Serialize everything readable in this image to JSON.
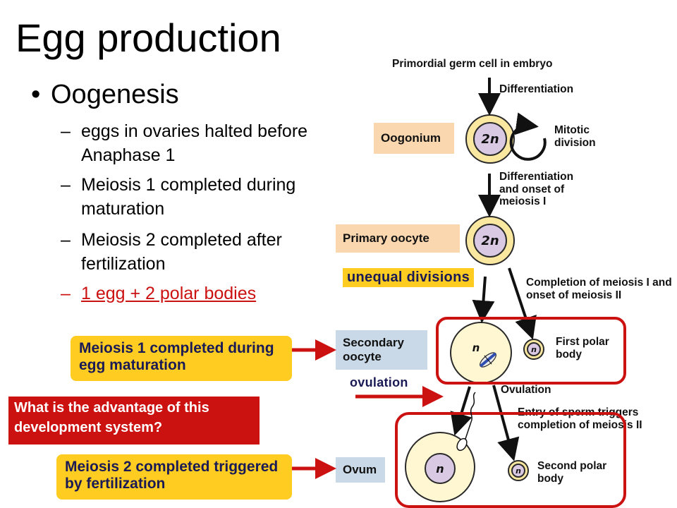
{
  "slide": {
    "title": "Egg production",
    "bullet": "Oogenesis",
    "bullet_symbol": "•",
    "dash": "–",
    "subpoints": [
      "eggs in ovaries halted before Anaphase 1",
      "Meiosis 1 completed during maturation",
      "Meiosis 2 completed after fertilization",
      "1 egg + 2 polar bodies"
    ]
  },
  "callouts": {
    "meiosis1": "Meiosis 1 completed during egg maturation",
    "meiosis2": "Meiosis 2 completed triggered by fertilization",
    "question": "What is the advantage of this development system?",
    "unequal": "unequal divisions",
    "ovulation": "ovulation"
  },
  "diagram": {
    "top_label": "Primordial germ cell in embryo",
    "differentiation": "Differentiation",
    "mitotic_division": "Mitotic division",
    "differentiation_meiosis": "Differentiation and onset of meiosis I",
    "completion_meiosis": "Completion of meiosis I and onset of meiosis II",
    "ovulation": "Ovulation",
    "entry_sperm": "Entry of sperm triggers completion of meiosis II",
    "first_polar_body": "First polar body",
    "second_polar_body": "Second polar body",
    "stages": {
      "oogonium": "Oogonium",
      "primary_oocyte": "Primary oocyte",
      "secondary_oocyte": "Secondary oocyte",
      "ovum": "Ovum"
    },
    "ploidy": {
      "diploid": "2n",
      "haploid": "n"
    }
  },
  "colors": {
    "accent_red": "#cc1111",
    "callout_gold": "#ffcc22",
    "callout_text": "#1a1a55",
    "stage_peach": "#fbd7b0",
    "stage_blue": "#c9d9e7",
    "cytoplasm": "#fff7d2",
    "nucleus": "#d9c9e3"
  }
}
